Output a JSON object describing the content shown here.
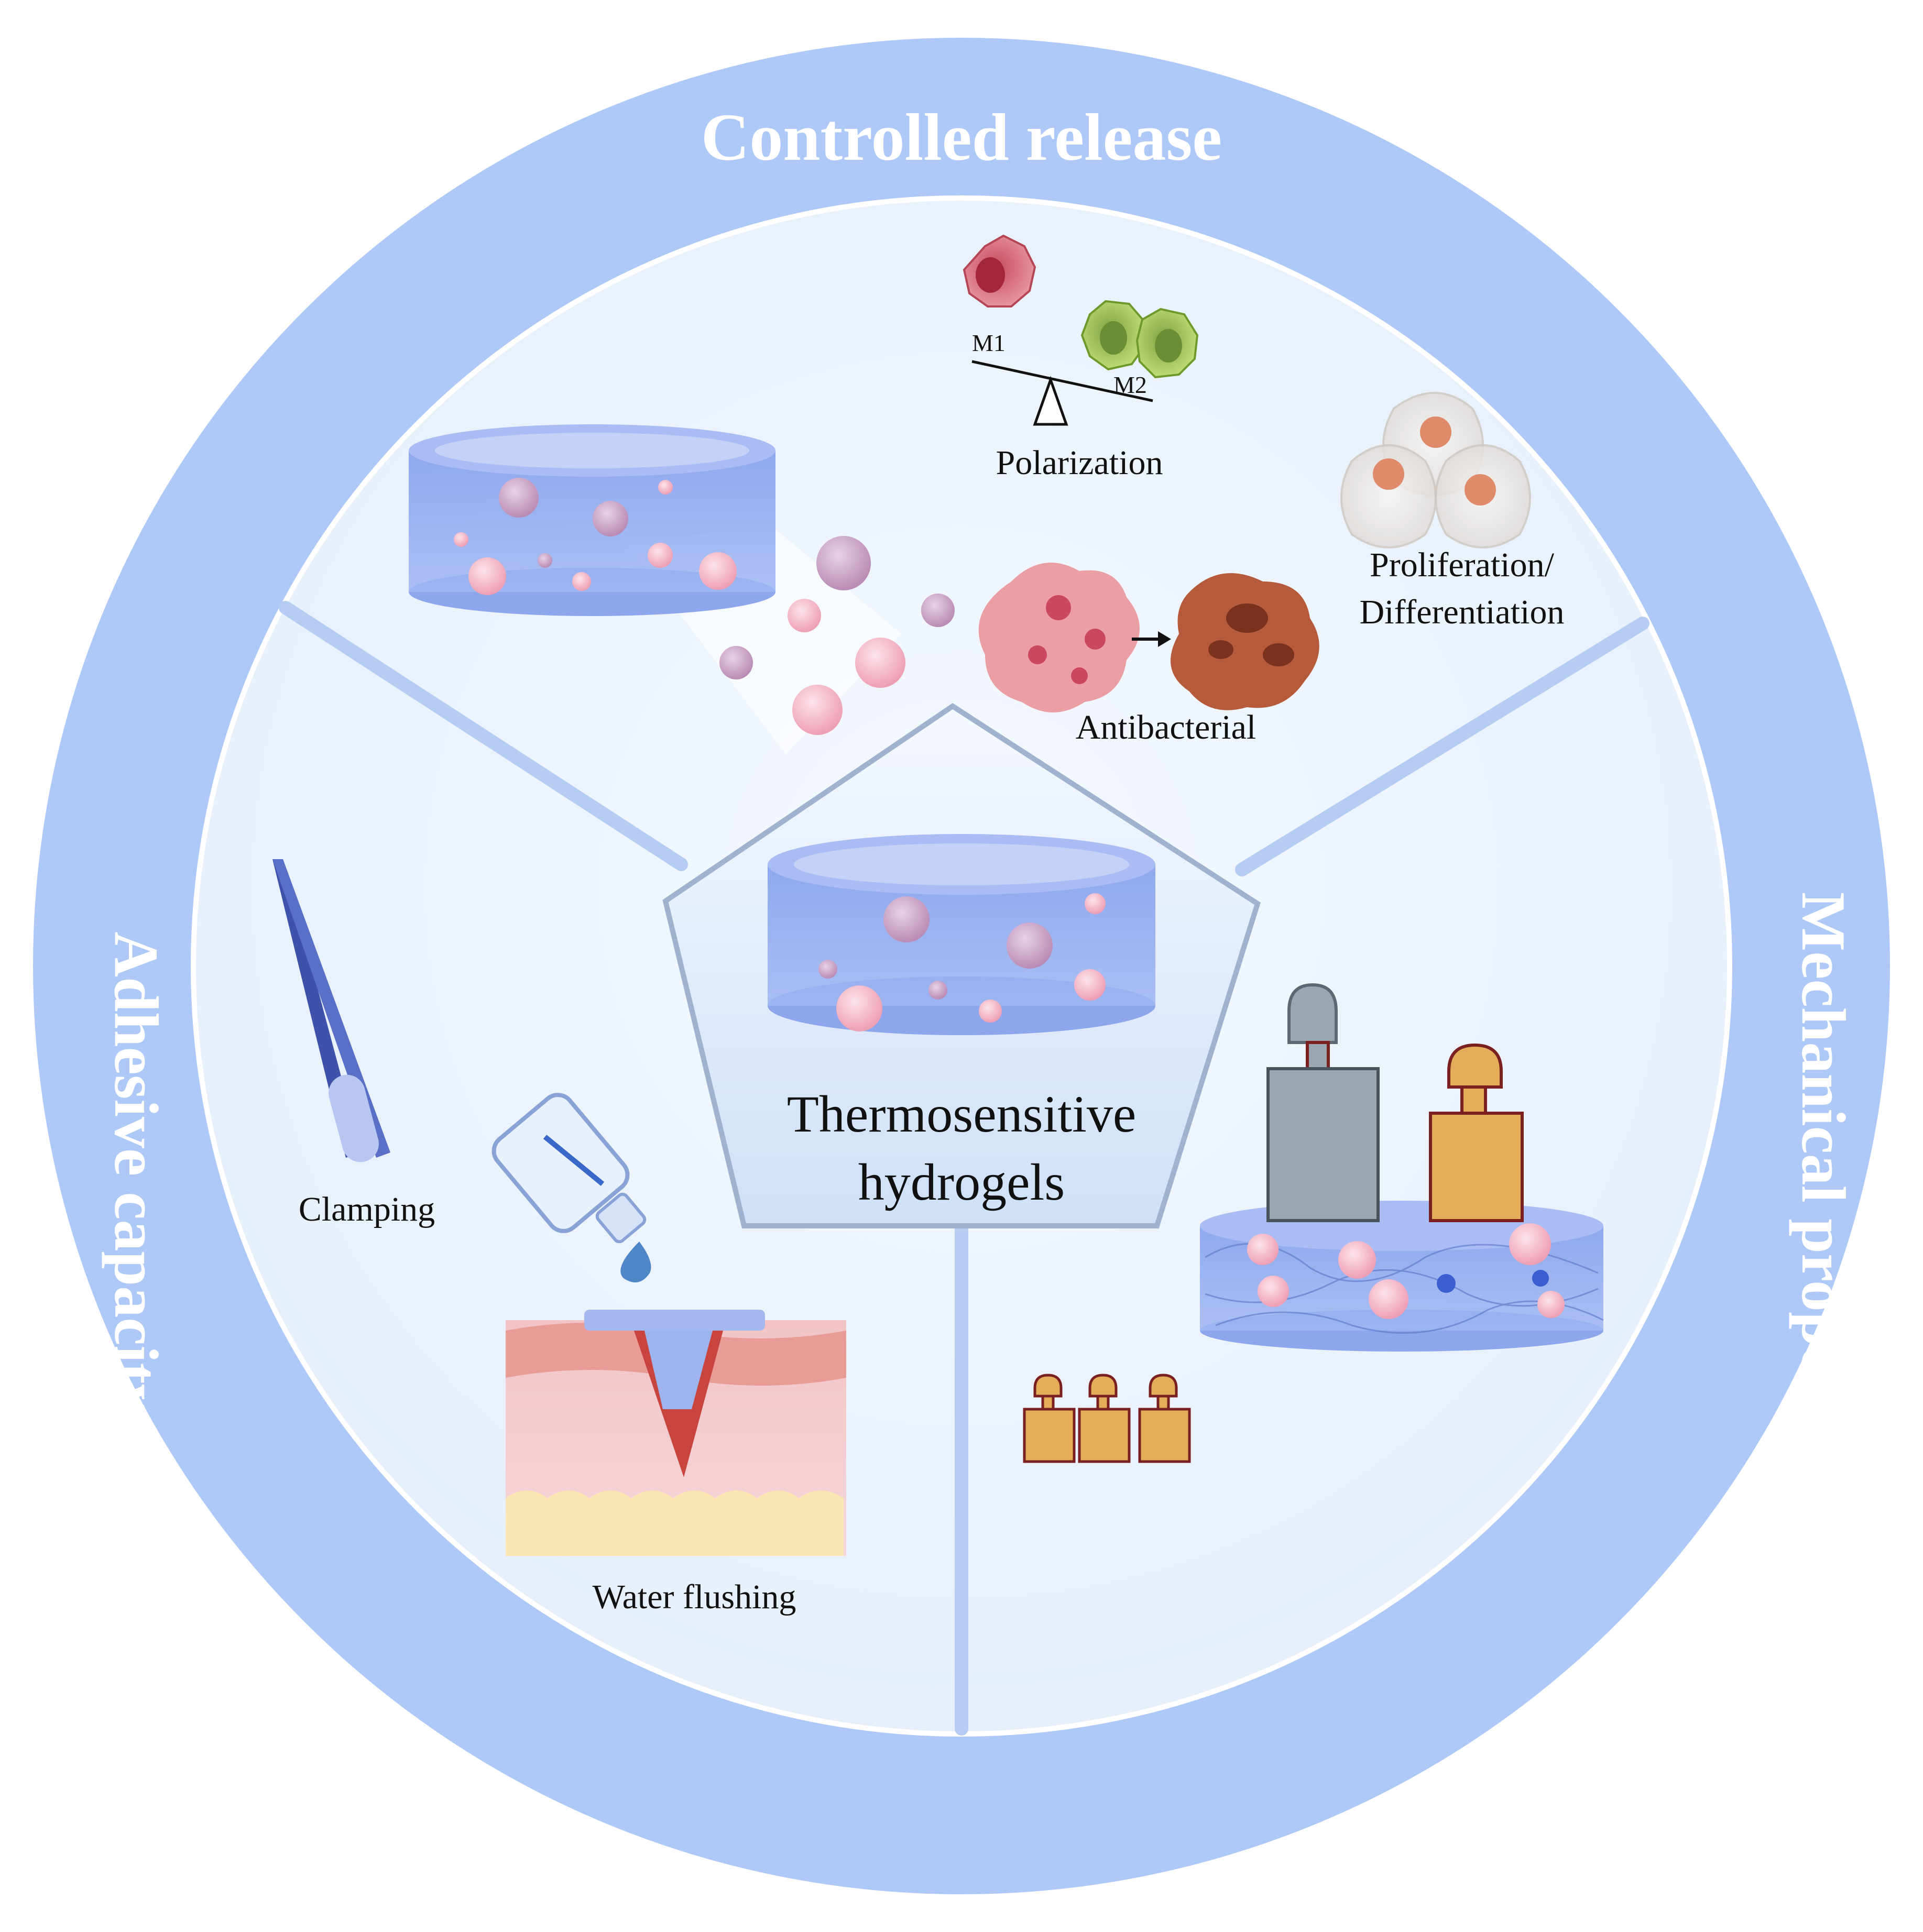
{
  "ring": {
    "top": "Controlled release",
    "left": "Adhesive capacity",
    "right": "Mechanical property"
  },
  "center": {
    "line1": "Thermosensitive",
    "line2": "hydrogels"
  },
  "controlled_release": {
    "m1": "M1",
    "m2": "M2",
    "polarization": "Polarization",
    "proliferation_line1": "Proliferation/",
    "proliferation_line2": "Differentiation",
    "antibacterial": "Antibacterial"
  },
  "adhesive": {
    "clamping": "Clamping",
    "water_flushing": "Water flushing"
  },
  "colors": {
    "ring": "#aec9f7",
    "inner": "#eef5fd",
    "divider": "#b6cdf3",
    "hydrogel": "#8aa8ec",
    "particle_pink": "#f2b3c4",
    "particle_purple": "#c9a3c8",
    "weight_gold": "#e3ad5a",
    "weight_gray": "#9aa7b0"
  }
}
